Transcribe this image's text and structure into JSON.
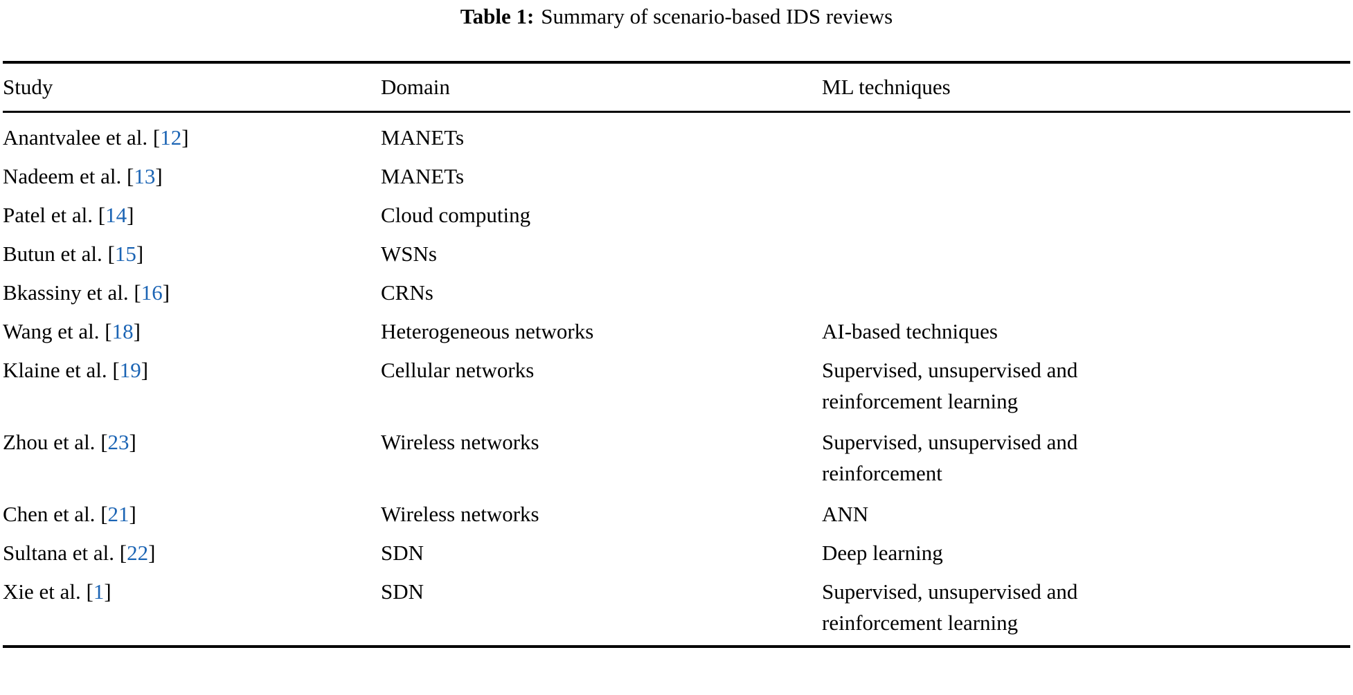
{
  "caption": {
    "label": "Table 1:",
    "text": "Summary of scenario-based IDS reviews"
  },
  "colors": {
    "citation_blue": "#1b64b4",
    "text_black": "#000000",
    "background": "#ffffff",
    "rule": "#000000"
  },
  "table": {
    "columns": [
      "Study",
      "Domain",
      "ML techniques"
    ],
    "rows": [
      {
        "study_name": "Anantvalee et al.",
        "citation": "12",
        "domain": "MANETs",
        "ml_lines": []
      },
      {
        "study_name": "Nadeem et al.",
        "citation": "13",
        "domain": "MANETs",
        "ml_lines": []
      },
      {
        "study_name": "Patel et al.",
        "citation": "14",
        "domain": "Cloud computing",
        "ml_lines": []
      },
      {
        "study_name": "Butun et al.",
        "citation": "15",
        "domain": "WSNs",
        "ml_lines": []
      },
      {
        "study_name": "Bkassiny et al.",
        "citation": "16",
        "domain": "CRNs",
        "ml_lines": []
      },
      {
        "study_name": "Wang et al.",
        "citation": "18",
        "domain": "Heterogeneous networks",
        "ml_lines": [
          "AI-based techniques"
        ]
      },
      {
        "study_name": "Klaine et al.",
        "citation": "19",
        "domain": "Cellular networks",
        "ml_lines": [
          "Supervised, unsupervised and",
          "reinforcement learning"
        ]
      },
      {
        "study_name": "Zhou et al.",
        "citation": "23",
        "domain": "Wireless networks",
        "ml_lines": [
          "Supervised, unsupervised and",
          "reinforcement"
        ]
      },
      {
        "study_name": "Chen et al.",
        "citation": "21",
        "domain": "Wireless networks",
        "ml_lines": [
          "ANN"
        ]
      },
      {
        "study_name": "Sultana et al.",
        "citation": "22",
        "domain": "SDN",
        "ml_lines": [
          "Deep learning"
        ]
      },
      {
        "study_name": "Xie et al.",
        "citation": "1",
        "domain": "SDN",
        "ml_lines": [
          "Supervised, unsupervised and",
          "reinforcement learning"
        ]
      }
    ]
  }
}
